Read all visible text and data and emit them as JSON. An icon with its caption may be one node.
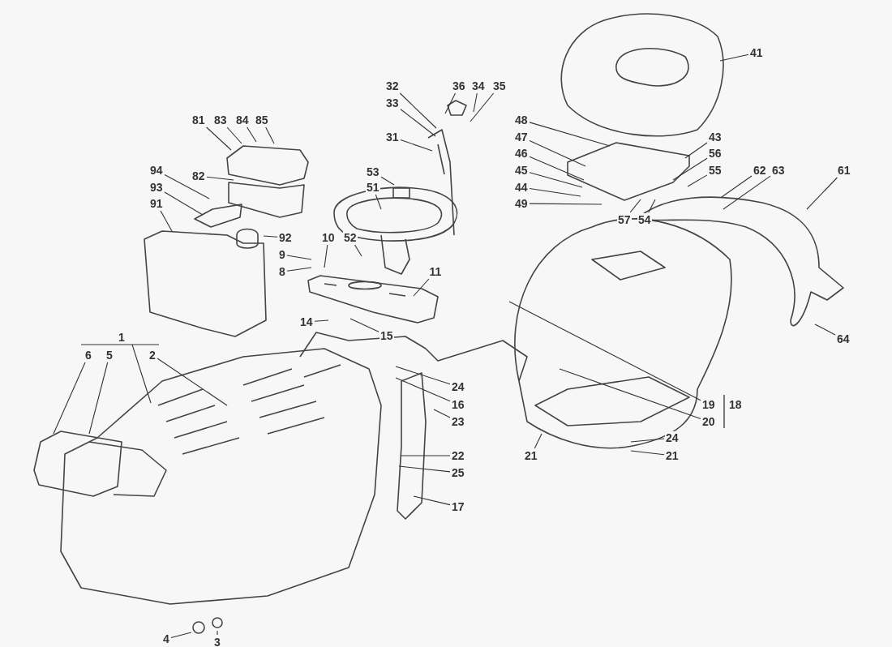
{
  "diagram": {
    "nodes": [
      {
        "text": [
          "41"
        ]
      },
      {
        "text": [
          "32"
        ]
      },
      {
        "text": [
          "36"
        ]
      },
      {
        "text": [
          "34"
        ]
      },
      {
        "text": [
          "35"
        ]
      },
      {
        "text": [
          "33"
        ]
      },
      {
        "text": [
          "31"
        ]
      },
      {
        "text": [
          "48"
        ]
      },
      {
        "text": [
          "81"
        ]
      },
      {
        "text": [
          "83"
        ]
      },
      {
        "text": [
          "84"
        ]
      },
      {
        "text": [
          "85"
        ]
      },
      {
        "text": [
          "43"
        ]
      },
      {
        "text": [
          "47"
        ]
      },
      {
        "text": [
          "56"
        ]
      },
      {
        "text": [
          "46"
        ]
      },
      {
        "text": [
          "94"
        ]
      },
      {
        "text": [
          "45"
        ]
      },
      {
        "text": [
          "55"
        ]
      },
      {
        "text": [
          "53"
        ]
      },
      {
        "text": [
          "62"
        ]
      },
      {
        "text": [
          "63"
        ]
      },
      {
        "text": [
          "61"
        ]
      },
      {
        "text": [
          "82"
        ]
      },
      {
        "text": [
          "44"
        ]
      },
      {
        "text": [
          "93"
        ]
      },
      {
        "text": [
          "51"
        ]
      },
      {
        "text": [
          "49"
        ]
      },
      {
        "text": [
          "91"
        ]
      },
      {
        "text": [
          "57"
        ]
      },
      {
        "text": [
          "54"
        ]
      },
      {
        "text": [
          "92"
        ]
      },
      {
        "text": [
          "52"
        ]
      },
      {
        "text": [
          "10"
        ]
      },
      {
        "text": [
          "9"
        ]
      },
      {
        "text": [
          "8"
        ]
      },
      {
        "text": [
          "11"
        ]
      },
      {
        "text": [
          "14"
        ]
      },
      {
        "text": [
          "15"
        ]
      },
      {
        "text": [
          "64"
        ]
      },
      {
        "text": [
          "1"
        ]
      },
      {
        "text": [
          "6"
        ]
      },
      {
        "text": [
          "5"
        ]
      },
      {
        "text": [
          "2"
        ]
      },
      {
        "text": [
          "24"
        ]
      },
      {
        "text": [
          "16"
        ]
      },
      {
        "text": [
          "19"
        ]
      },
      {
        "text": [
          "23"
        ]
      },
      {
        "text": [
          "20"
        ]
      },
      {
        "text": [
          "24"
        ]
      },
      {
        "text": [
          "21"
        ]
      },
      {
        "text": [
          "21"
        ]
      },
      {
        "text": [
          "22"
        ]
      },
      {
        "text": [
          "25"
        ]
      },
      {
        "text": [
          "17"
        ]
      },
      {
        "text": [
          "4"
        ]
      },
      {
        "text": [
          "3"
        ]
      }
    ],
    "edges": [
      {
        "from": 0,
        "to": null,
        "arrow": "none"
      },
      {
        "from": 1,
        "to": null,
        "arrow": "none"
      },
      {
        "from": 2,
        "to": null,
        "arrow": "none"
      },
      {
        "from": 3,
        "to": null,
        "arrow": "none"
      },
      {
        "from": 4,
        "to": null,
        "arrow": "none"
      },
      {
        "from": 5,
        "to": null,
        "arrow": "none"
      },
      {
        "from": 6,
        "to": null,
        "arrow": "none"
      },
      {
        "from": 7,
        "to": null,
        "arrow": "none"
      },
      {
        "from": 8,
        "to": null,
        "arrow": "none"
      },
      {
        "from": 9,
        "to": null,
        "arrow": "none"
      },
      {
        "from": 10,
        "to": null,
        "arrow": "none"
      },
      {
        "from": 11,
        "to": null,
        "arrow": "none"
      },
      {
        "from": 12,
        "to": null,
        "arrow": "none"
      },
      {
        "from": 13,
        "to": null,
        "arrow": "none"
      },
      {
        "from": 14,
        "to": null,
        "arrow": "none"
      },
      {
        "from": 15,
        "to": null,
        "arrow": "none"
      },
      {
        "from": 16,
        "to": null,
        "arrow": "none"
      },
      {
        "from": 17,
        "to": null,
        "arrow": "none"
      },
      {
        "from": 18,
        "to": null,
        "arrow": "none"
      },
      {
        "from": 19,
        "to": null,
        "arrow": "none"
      },
      {
        "from": 20,
        "to": null,
        "arrow": "none"
      },
      {
        "from": 21,
        "to": null,
        "arrow": "none"
      },
      {
        "from": 22,
        "to": null,
        "arrow": "none"
      },
      {
        "from": 23,
        "to": null,
        "arrow": "none"
      },
      {
        "from": 24,
        "to": null,
        "arrow": "none"
      },
      {
        "from": 25,
        "to": null,
        "arrow": "none"
      },
      {
        "from": 26,
        "to": null,
        "arrow": "none"
      },
      {
        "from": 27,
        "to": null,
        "arrow": "none"
      },
      {
        "from": 28,
        "to": null,
        "arrow": "none"
      },
      {
        "from": 29,
        "to": null,
        "arrow": "none"
      },
      {
        "from": 30,
        "to": null,
        "arrow": "none"
      },
      {
        "from": 31,
        "to": null,
        "arrow": "none"
      },
      {
        "from": 32,
        "to": null,
        "arrow": "none"
      },
      {
        "from": 33,
        "to": null,
        "arrow": "none"
      },
      {
        "from": 34,
        "to": null,
        "arrow": "none"
      },
      {
        "from": 35,
        "to": null,
        "arrow": "none"
      },
      {
        "from": 36,
        "to": null,
        "arrow": "none"
      },
      {
        "from": 37,
        "to": null,
        "arrow": "none"
      },
      {
        "from": 38,
        "to": null,
        "arrow": "none"
      },
      {
        "from": 39,
        "to": null,
        "arrow": "none"
      },
      {
        "from": 40,
        "to": null,
        "arrow": "none"
      },
      {
        "from": 41,
        "to": null,
        "arrow": "none"
      },
      {
        "from": 42,
        "to": null,
        "arrow": "none"
      },
      {
        "from": 43,
        "to": null,
        "arrow": "none"
      },
      {
        "from": 44,
        "to": null,
        "arrow": "none"
      },
      {
        "from": 45,
        "to": null,
        "arrow": "none"
      },
      {
        "from": 46,
        "to": null,
        "arrow": "none"
      },
      {
        "from": 47,
        "to": null,
        "arrow": "none"
      },
      {
        "from": 48,
        "to": null,
        "arrow": "none"
      },
      {
        "from": 49,
        "to": null,
        "arrow": "none"
      },
      {
        "from": 50,
        "to": null,
        "arrow": "none"
      },
      {
        "from": 51,
        "to": null,
        "arrow": "none"
      },
      {
        "from": 52,
        "to": null,
        "arrow": "none"
      },
      {
        "from": 53,
        "to": null,
        "arrow": "none"
      },
      {
        "from": 54,
        "to": null,
        "arrow": "none"
      },
      {
        "from": 55,
        "to": null,
        "arrow": "none"
      },
      {
        "from": 56,
        "to": null,
        "arrow": "none"
      }
    ],
    "labels": [
      "18"
    ]
  }
}
